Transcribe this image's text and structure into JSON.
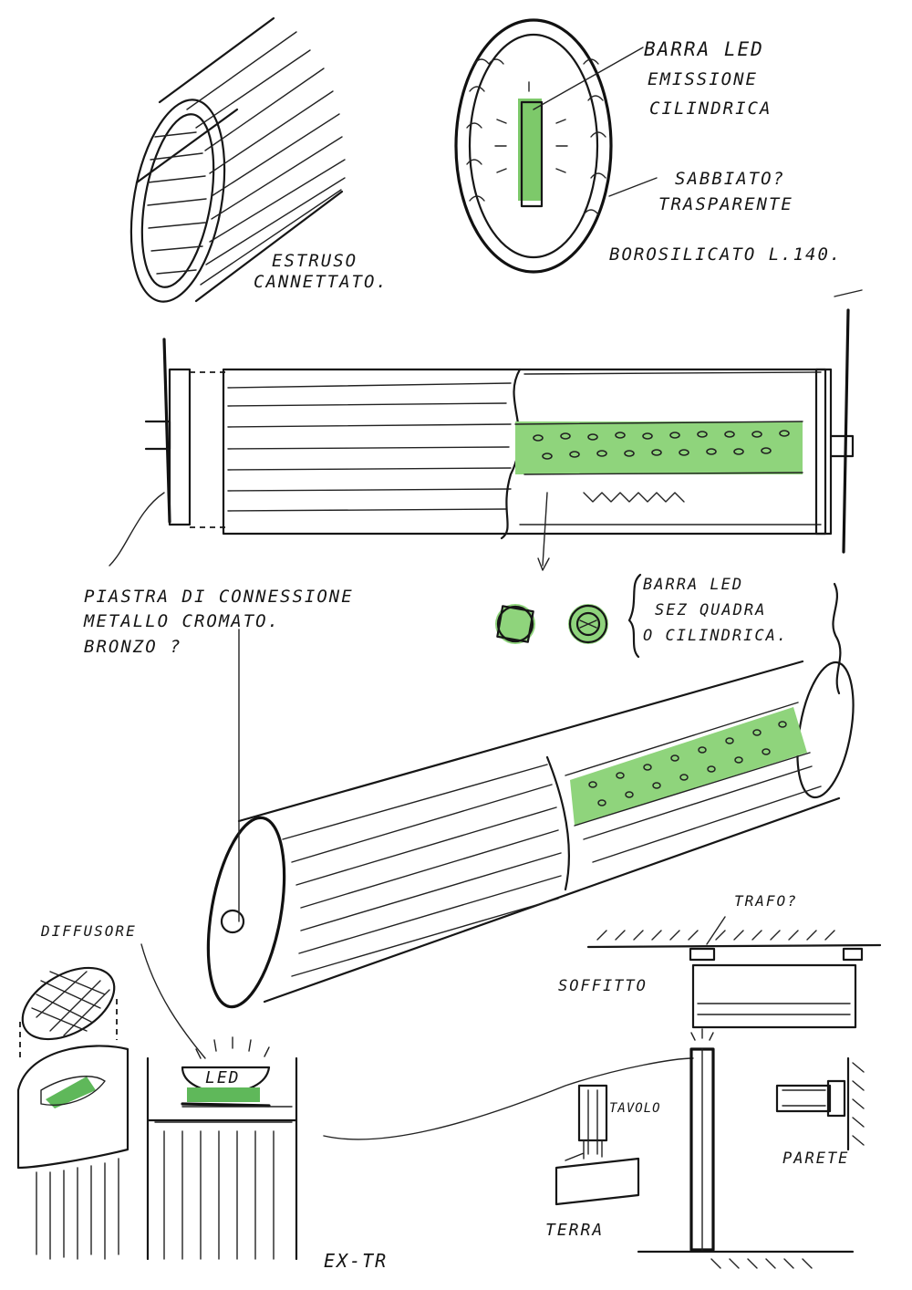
{
  "colors": {
    "ink": "#161616",
    "led_green": "#7dc96a",
    "led_green_dark": "#3f9a3a",
    "paper": "#ffffff"
  },
  "labels": {
    "estruso_1": "ESTRUSO",
    "estruso_2": "CANNETTATO.",
    "barra_led_1": "BARRA LED",
    "barra_led_2": "EMISSIONE",
    "barra_led_3": "CILINDRICA",
    "sabbiato_1": "SABBIATO?",
    "sabbiato_2": "TRASPARENTE",
    "borosilicato": "BOROSILICATO L.140.",
    "piastra_1": "PIASTRA DI CONNESSIONE",
    "piastra_2": "METALLO CROMATO.",
    "piastra_3": "BRONZO ?",
    "sez_1": "BARRA LED",
    "sez_2": "SEZ QUADRA",
    "sez_3": "O CILINDRICA.",
    "diffusore": "DIFFUSORE",
    "led": "LED",
    "trafo": "TRAFO?",
    "soffitto": "SOFFITTO",
    "tavolo": "TAVOLO",
    "parete": "PARETE",
    "terra": "TERRA",
    "extr": "EX-TR"
  }
}
